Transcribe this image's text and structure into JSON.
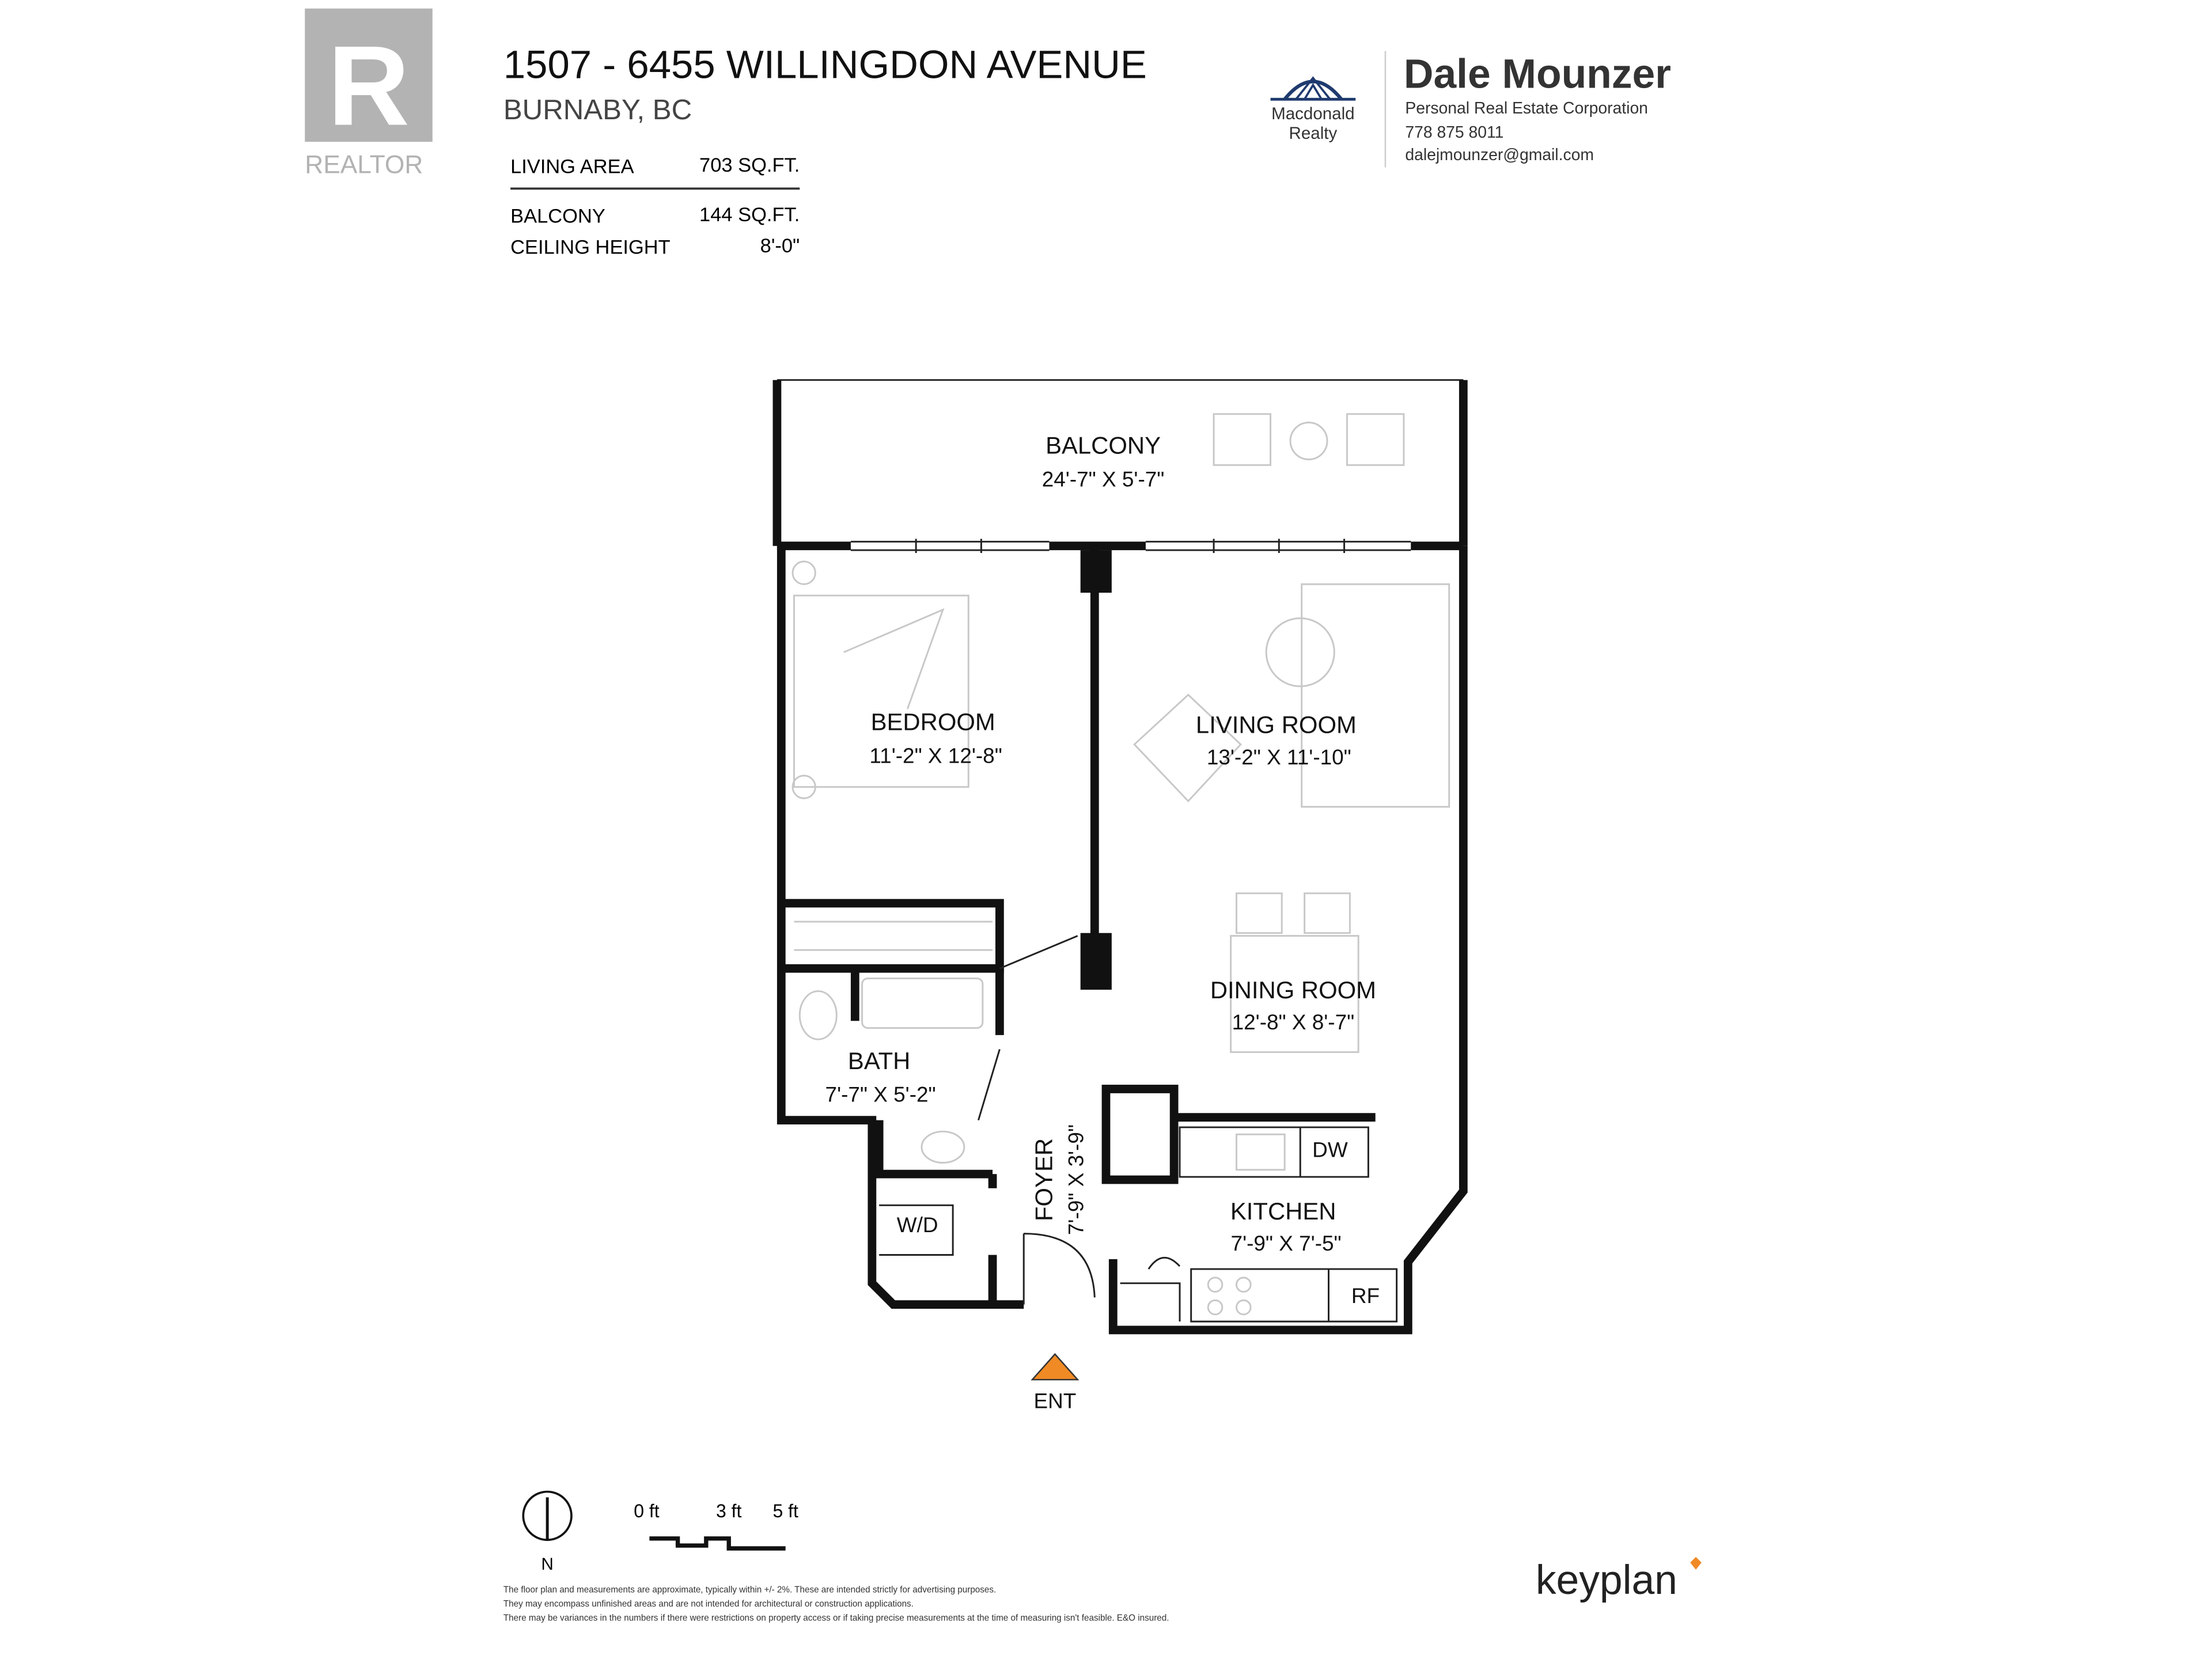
{
  "header": {
    "title": "1507 - 6455 WILLINGDON AVENUE",
    "city": "BURNABY, BC",
    "watermark": "REALTOR",
    "stats": [
      {
        "label": "LIVING AREA",
        "value": "703 SQ.FT."
      },
      {
        "label": "BALCONY",
        "value": "144 SQ.FT."
      },
      {
        "label": "CEILING HEIGHT",
        "value": "8'-0\""
      }
    ]
  },
  "agent": {
    "brokerage_logo": "Macdonald Realty",
    "brokerage_line1": "Macdonald",
    "brokerage_line2": "Realty",
    "name": "Dale Mounzer",
    "title": "Personal Real Estate Corporation",
    "phone": "778 875 8011",
    "email": "dalejmounzer@gmail.com",
    "brand_color": "#1f3a6e"
  },
  "rooms": {
    "balcony": {
      "name": "BALCONY",
      "dims": "24'-7\"  X  5'-7\""
    },
    "bedroom": {
      "name": "BEDROOM",
      "dims": "11'-2\"  X  12'-8\""
    },
    "living": {
      "name": "LIVING ROOM",
      "dims": "13'-2\"  X  11'-10\""
    },
    "dining": {
      "name": "DINING ROOM",
      "dims": "12'-8\"  X  8'-7\""
    },
    "bath": {
      "name": "BATH",
      "dims": "7'-7\"  X  5'-2\""
    },
    "foyer": {
      "name": "FOYER",
      "dims": "7'-9\"  X  3'-9\""
    },
    "kitchen": {
      "name": "KITCHEN",
      "dims": "7'-9\"  X  7'-5\""
    },
    "wd": "W/D",
    "dw": "DW",
    "rf": "RF"
  },
  "entrance": {
    "label": "ENT",
    "color": "#f08a24"
  },
  "legend": {
    "north": "N",
    "scale": [
      "0 ft",
      "3 ft",
      "5 ft"
    ]
  },
  "disclaimer": [
    "The floor plan and measurements are approximate, typically within +/- 2%. These are intended strictly for advertising purposes.",
    "They may encompass unfinished areas and are not intended for architectural or construction applications.",
    "There may be variances in the numbers if there were restrictions on property access or if taking precise measurements at the time of measuring isn't feasible. E&O insured."
  ],
  "footer_logo": "keyplan",
  "footer_logo_accent": "#f08a24"
}
